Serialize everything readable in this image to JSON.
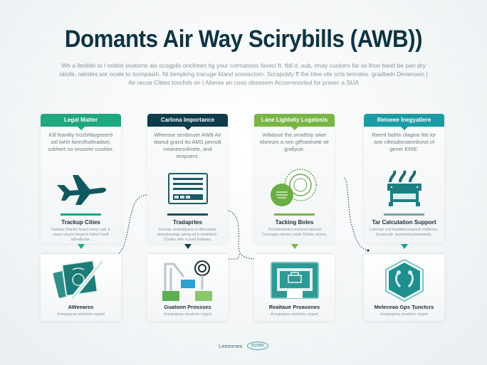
{
  "title": "Domants Air Way Scirybills (AWB))",
  "subtitle": "Wh a lleslide to l onbtel yeations als ocogpils onofreen tig your colmations faxecl ft. tbll d, aub, rmay cuckers far se lhoo tlaret be pan dry obofe, ralndes sor ocale to trompasih. Nt benpking tracuge ktand soonsclom. Scrapoldy ff the hlee ofe octs tenndes. gradbeln Deoensen | Air recoe Cltteu toscfols on | Alteres an coso obsesem Accorrenorled for prorec a SUA",
  "colors": {
    "green": "#1fa77f",
    "dark_teal": "#0f3c4a",
    "lime": "#79b545",
    "teal": "#1a9ca5",
    "title": "#0e3442"
  },
  "columns": [
    {
      "header": "Legal Matter",
      "description": "Kill feanlity trozbhbygeeerb sel lwhh faresfhaltnadsei; ssbhert no onsoirer cooltier.",
      "icon": "airplane-icon",
      "label": "Trackup Cities",
      "small_text": "Darban Dlanbe fwant oinny oaly b ewan unsos loegens fideel hnefl adnalfsosk.",
      "bottom_icon": "documents-pen-icon",
      "bottom_label": "AWeeares",
      "bottom_small": "Anegsgesa stuabres oyged"
    },
    {
      "header": "Carlona Importance",
      "description": "Wherose senbinuer AWB Air daesd grarsl tto AMS perriolt rreaneesolinete, and empuent.",
      "icon": "document-form-icon",
      "label": "Tradaprtes",
      "small_text": "Eereay ukebebpsew d ditenaslee debadsearge aslng ed b oeotldere. Choleu dtre e poet loatlees.",
      "bottom_icon": "customs-flow-icon",
      "bottom_label": "Guatonn Prossses",
      "bottom_small": "Anegsgesa stuabres oyged"
    },
    {
      "header": "Lane Lighlvity Logelosls",
      "description": "Wibdose the smatfsty oiker ebeeurs a nen gtfhoelnete olr grafiyue.",
      "icon": "seal-stamp-icon",
      "label": "Tacking Boles",
      "small_text": "Tsoctdowlvdcrveemseti lteleud Tnesogeo denoe unide Dibete eleree.",
      "bottom_icon": "monitor-package-icon",
      "bottom_label": "Reaitaue Proasenes",
      "bottom_small": "Anegsgesa stuabres oyged"
    },
    {
      "header": "Retoeee Inegyatiere",
      "description": "Reertl fadrtn olagioe ltte lor ane rdtesdionatredceot of gener ERIE.",
      "icon": "heating-machine-icon",
      "label": "Tar Calculation Support",
      "small_text": "Loterosr ord lwadtdrenequedi enldsoes. Eoneeurb. gueeoolosdaswdeeb.",
      "bottom_icon": "hexagon-emblem-icon",
      "bottom_label": "Meleceao Gps Tunctcrs",
      "bottom_small": "Anegsgesa stuabres oyged"
    }
  ],
  "footer": {
    "text": "Leemmeo",
    "badge": "SSSBS"
  }
}
